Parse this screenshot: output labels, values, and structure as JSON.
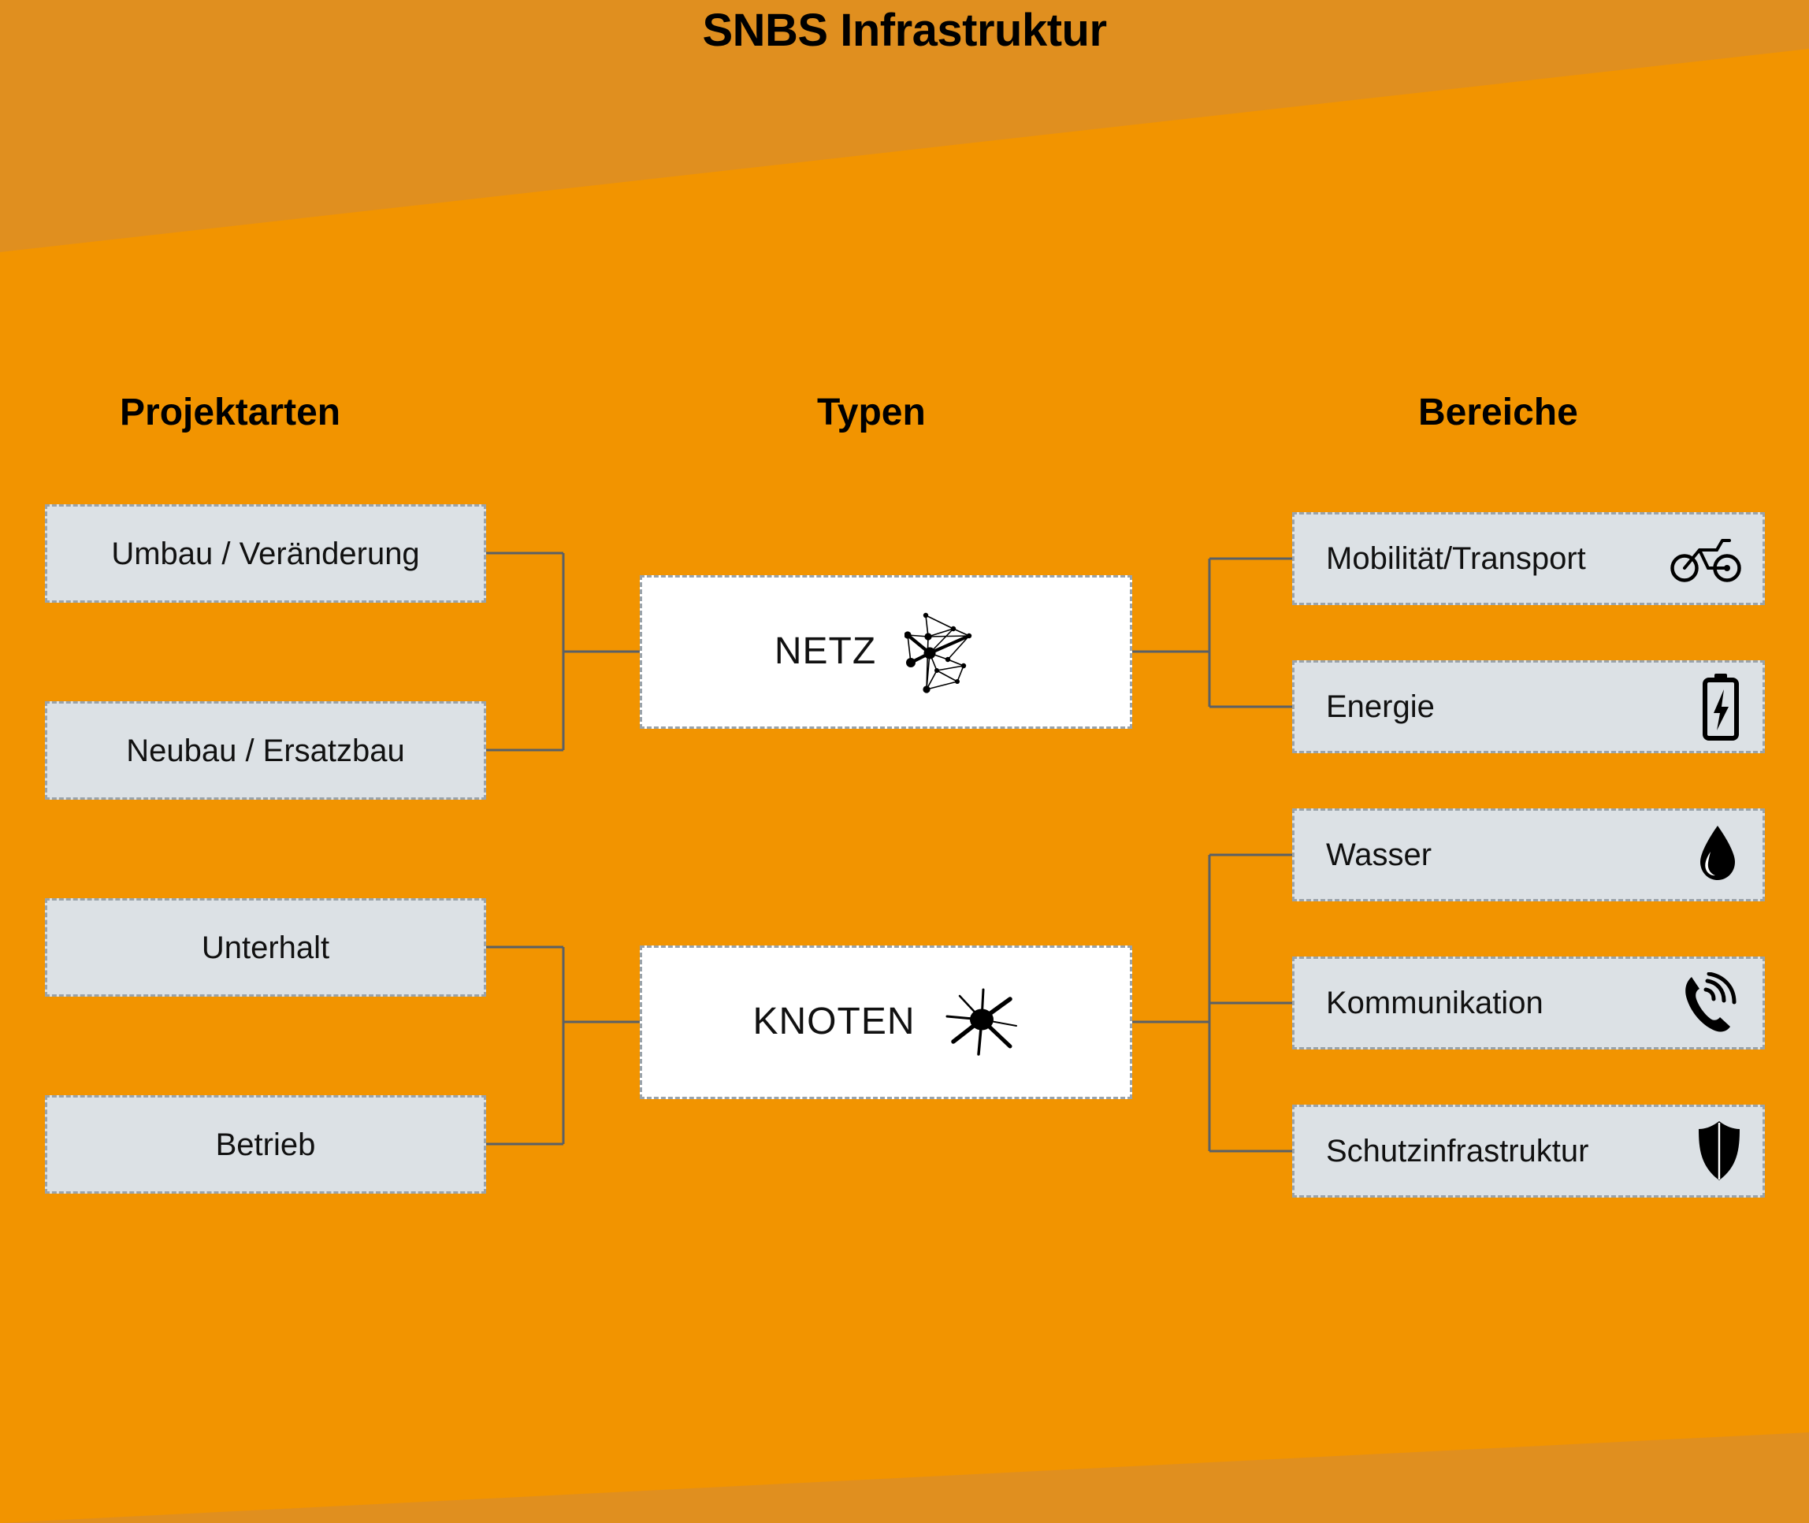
{
  "page": {
    "title": "SNBS Infrastruktur",
    "background_color": "#F29400",
    "band_color": "#E08F1F",
    "node_gray": "#DCE1E5",
    "node_white": "#FFFFFF",
    "border_color": "#9AA3AA",
    "line_color": "#5A6066"
  },
  "columns": {
    "left": {
      "header": "Projektarten",
      "items": [
        {
          "label": "Umbau / Veränderung"
        },
        {
          "label": "Neubau / Ersatzbau"
        },
        {
          "label": "Unterhalt"
        },
        {
          "label": "Betrieb"
        }
      ]
    },
    "middle": {
      "header": "Typen",
      "items": [
        {
          "label": "NETZ",
          "icon": "network-graph-icon"
        },
        {
          "label": "KNOTEN",
          "icon": "node-burst-icon"
        }
      ]
    },
    "right": {
      "header": "Bereiche",
      "items": [
        {
          "label": "Mobilität/Transport",
          "icon": "bicycle-icon"
        },
        {
          "label": "Energie",
          "icon": "battery-bolt-icon"
        },
        {
          "label": "Wasser",
          "icon": "water-drop-icon"
        },
        {
          "label": "Kommunikation",
          "icon": "phone-signal-icon"
        },
        {
          "label": "Schutzinfrastruktur",
          "icon": "shield-icon"
        }
      ]
    }
  }
}
